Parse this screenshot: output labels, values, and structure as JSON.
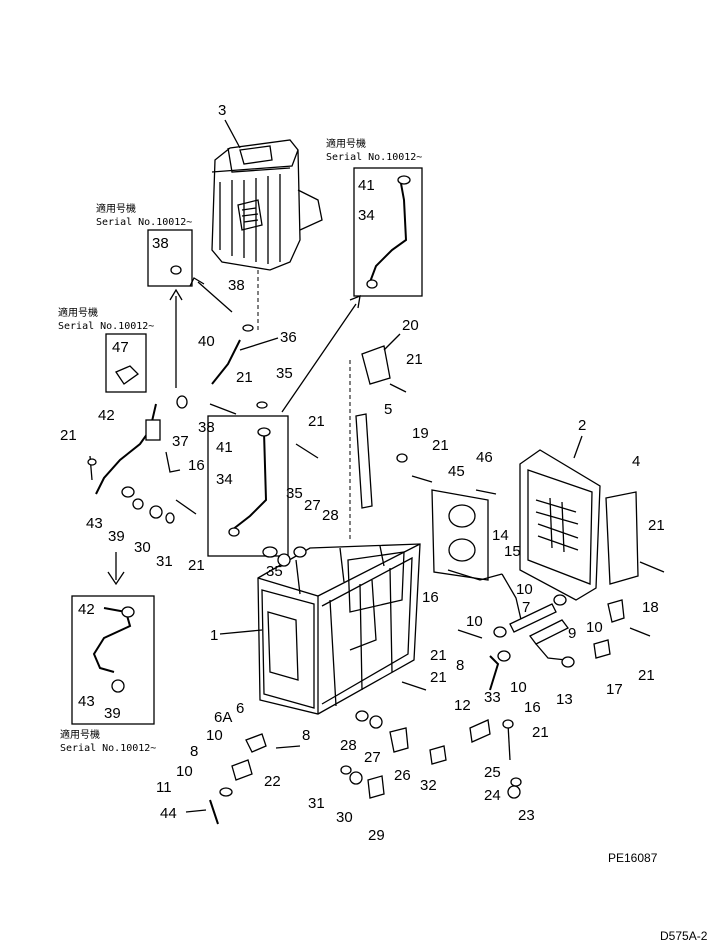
{
  "serial_note": {
    "prefix": "適用号機",
    "text": "Serial No.10012~"
  },
  "drawing_code": "PE16087",
  "corner_code": "D575A-2",
  "labels": {
    "n1": "1",
    "n2": "2",
    "n3": "3",
    "n4": "4",
    "n5": "5",
    "n6": "6",
    "n6a": "6A",
    "n7": "7",
    "n8": "8",
    "n9": "9",
    "n10": "10",
    "n11": "11",
    "n12": "12",
    "n13": "13",
    "n14": "14",
    "n15": "15",
    "n16": "16",
    "n17": "17",
    "n18": "18",
    "n19": "19",
    "n20": "20",
    "n21": "21",
    "n22": "22",
    "n23": "23",
    "n24": "24",
    "n25": "25",
    "n26": "26",
    "n27": "27",
    "n28": "28",
    "n29": "29",
    "n30": "30",
    "n31": "31",
    "n32": "32",
    "n33": "33",
    "n34": "34",
    "n35": "35",
    "n36": "36",
    "n37": "37",
    "n38": "38",
    "n39": "39",
    "n40": "40",
    "n41": "41",
    "n42": "42",
    "n43": "43",
    "n44": "44",
    "n45": "45",
    "n46": "46",
    "n47": "47"
  }
}
